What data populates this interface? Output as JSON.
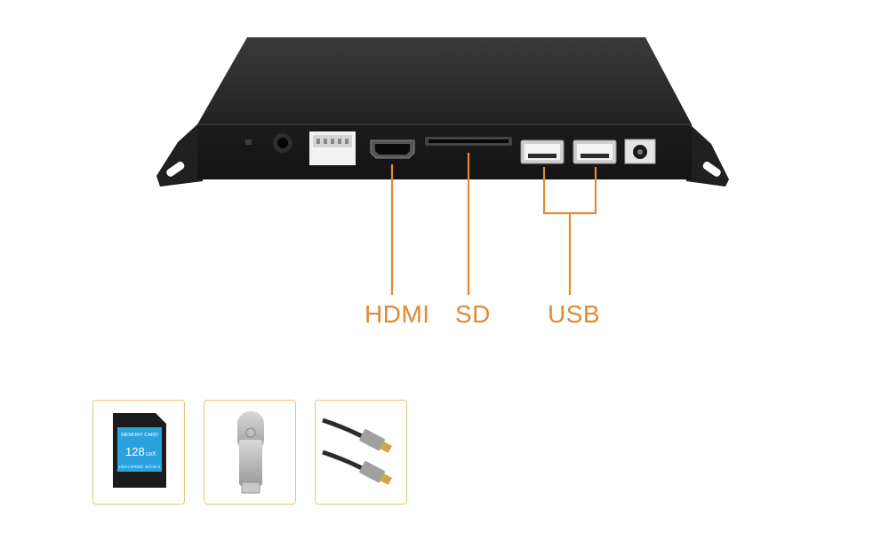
{
  "callouts": {
    "hdmi": "HDMI",
    "sd": "SD",
    "usb": "USB"
  },
  "sd_card": {
    "brand_text": "MEMORY CARD",
    "capacity": "128",
    "capacity_unit": "GB",
    "class_mark": "X",
    "footer": "HIGH SPEED 4K/HD-S"
  },
  "accessories": [
    "sd-card",
    "usb-flash-drive",
    "hdmi-cable"
  ],
  "colors": {
    "callout_orange": "#e3892f",
    "thumb_border": "#f0c17a",
    "device_body": "#2a2a2a",
    "sd_blue": "#2aa2dc"
  }
}
